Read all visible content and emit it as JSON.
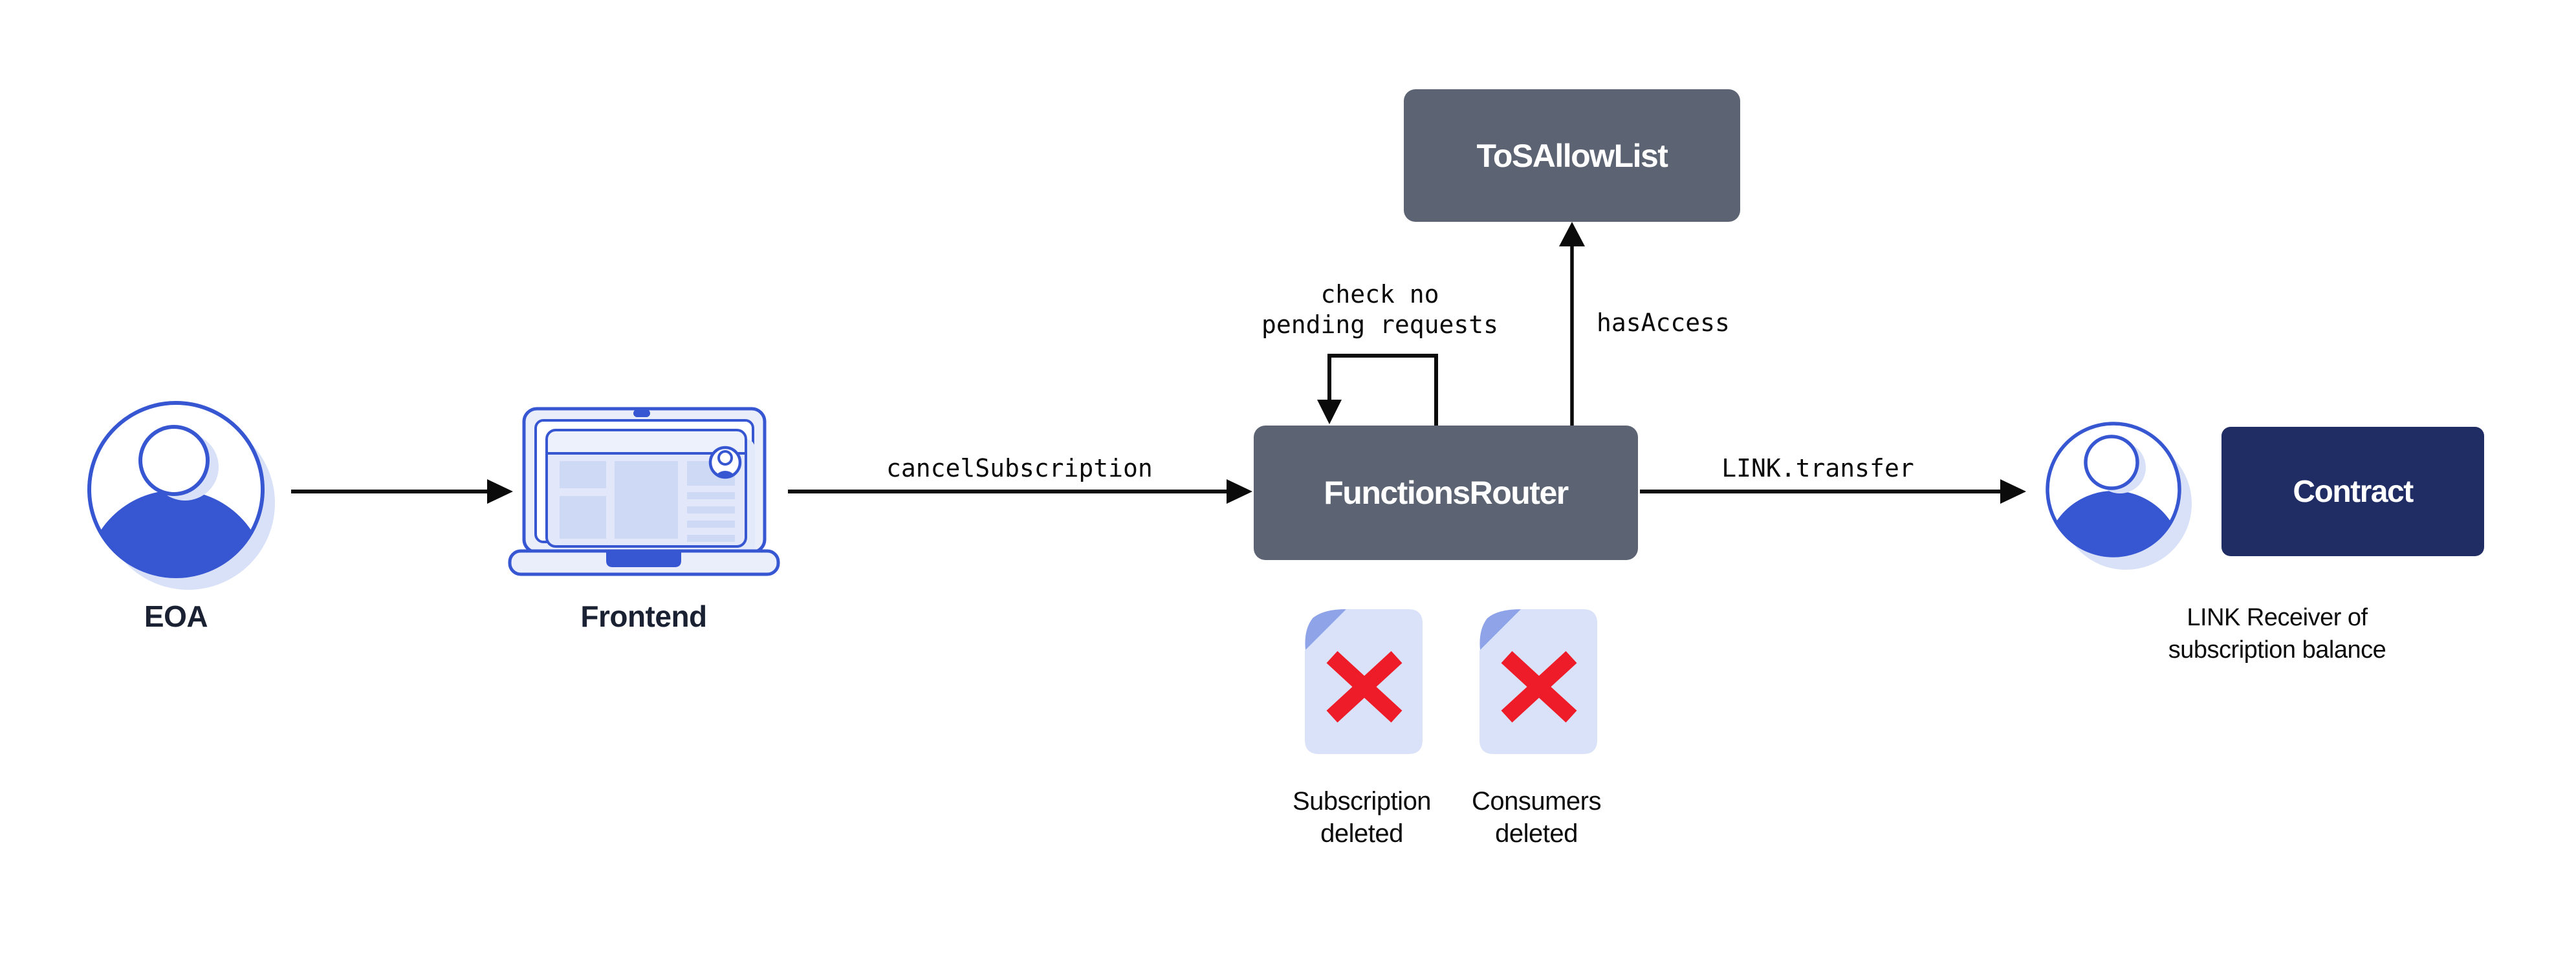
{
  "diagram": {
    "nodes": {
      "tos_allowlist": "ToSAllowList",
      "functions_router": "FunctionsRouter",
      "contract": "Contract"
    },
    "actors": {
      "eoa_label": "EOA",
      "frontend_label": "Frontend",
      "link_receiver_line1": "LINK Receiver of",
      "link_receiver_line2": "subscription balance"
    },
    "edges": {
      "cancel_subscription": "cancelSubscription",
      "link_transfer": "LINK.transfer",
      "has_access": "hasAccess",
      "check_line1": "check no",
      "check_line2": "pending requests"
    },
    "documents": [
      {
        "caption_line1": "Subscription",
        "caption_line2": "deleted"
      },
      {
        "caption_line1": "Consumers",
        "caption_line2": "deleted"
      }
    ],
    "colors": {
      "slate_box": "#5C6372",
      "navy_box": "#202C64",
      "brand_blue": "#3757D2",
      "light_blue_shadow": "#D9E1F8",
      "fold_blue": "#8FA3E8",
      "delete_red": "#EE1B28",
      "label_dark": "#1A2133",
      "arrow_black": "#0B0B0B"
    }
  }
}
